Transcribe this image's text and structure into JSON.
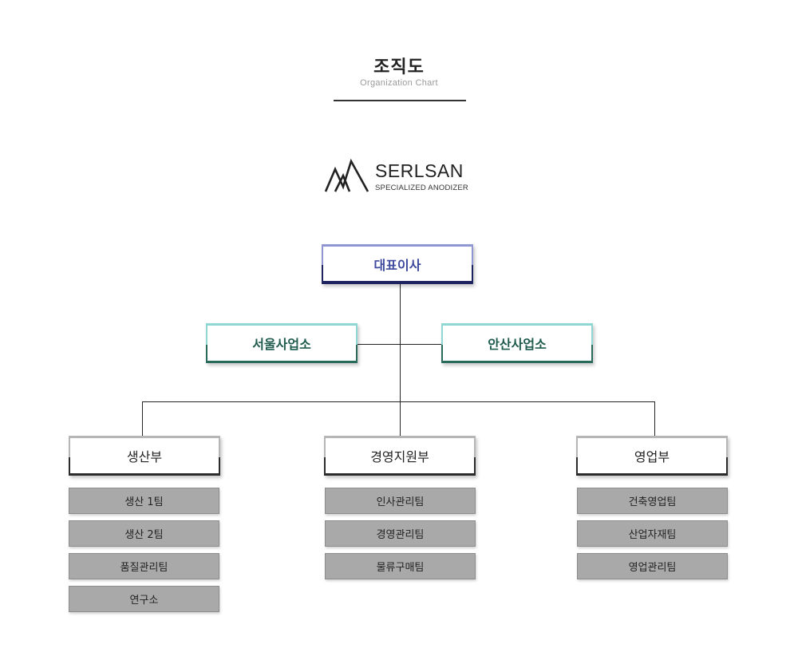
{
  "header": {
    "title": "조직도",
    "subtitle": "Organization Chart"
  },
  "logo": {
    "name": "SERLSAN",
    "tagline": "SPECIALIZED ANODIZER"
  },
  "org": {
    "ceo": "대표이사",
    "offices": {
      "left": "서울사업소",
      "right": "안산사업소"
    },
    "departments": [
      {
        "name": "생산부",
        "teams": [
          "생산 1팀",
          "생산 2팀",
          "품질관리팀",
          "연구소"
        ]
      },
      {
        "name": "경영지원부",
        "teams": [
          "인사관리팀",
          "경영관리팀",
          "물류구매팀"
        ]
      },
      {
        "name": "영업부",
        "teams": [
          "건축영업팀",
          "산업자재팀",
          "영업관리팀"
        ]
      }
    ]
  },
  "colors": {
    "ceo_text": "#3e4a9d",
    "office_text": "#1f5c4e",
    "team_fill": "#a9a9a9"
  }
}
